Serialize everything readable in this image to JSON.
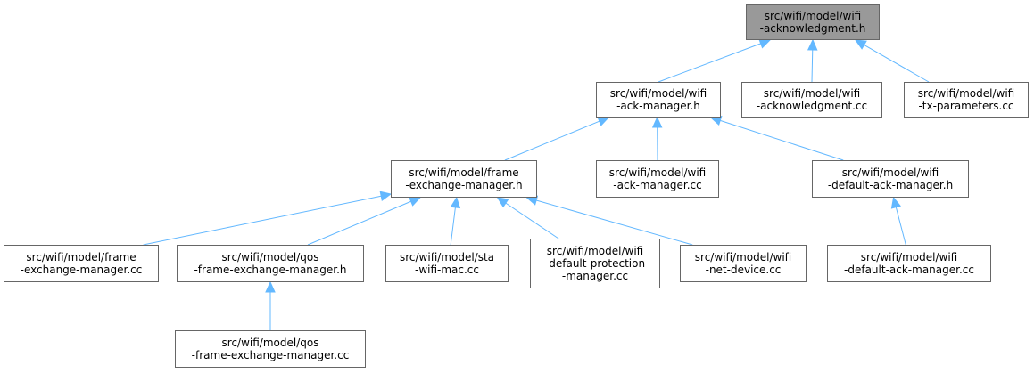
{
  "colors": {
    "edge": "#63b8ff",
    "node_border": "#666666",
    "root_fill": "#999999",
    "node_fill": "#ffffff"
  },
  "nodes": {
    "root": [
      "src/wifi/model/wifi",
      "-acknowledgment.h"
    ],
    "ack_manager_h": [
      "src/wifi/model/wifi",
      "-ack-manager.h"
    ],
    "acknowledgment_cc": [
      "src/wifi/model/wifi",
      "-acknowledgment.cc"
    ],
    "tx_parameters_cc": [
      "src/wifi/model/wifi",
      "-tx-parameters.cc"
    ],
    "frame_exchange_manager_h": [
      "src/wifi/model/frame",
      "-exchange-manager.h"
    ],
    "ack_manager_cc": [
      "src/wifi/model/wifi",
      "-ack-manager.cc"
    ],
    "default_ack_manager_h": [
      "src/wifi/model/wifi",
      "-default-ack-manager.h"
    ],
    "frame_exchange_manager_cc": [
      "src/wifi/model/frame",
      "-exchange-manager.cc"
    ],
    "qos_frame_exchange_manager_h": [
      "src/wifi/model/qos",
      "-frame-exchange-manager.h"
    ],
    "sta_wifi_mac_cc": [
      "src/wifi/model/sta",
      "-wifi-mac.cc"
    ],
    "default_protection_manager_cc": [
      "src/wifi/model/wifi",
      "-default-protection",
      "-manager.cc"
    ],
    "net_device_cc": [
      "src/wifi/model/wifi",
      "-net-device.cc"
    ],
    "default_ack_manager_cc": [
      "src/wifi/model/wifi",
      "-default-ack-manager.cc"
    ],
    "qos_frame_exchange_manager_cc": [
      "src/wifi/model/qos",
      "-frame-exchange-manager.cc"
    ]
  },
  "edges": [
    [
      "ack_manager_h",
      "root"
    ],
    [
      "acknowledgment_cc",
      "root"
    ],
    [
      "tx_parameters_cc",
      "root"
    ],
    [
      "frame_exchange_manager_h",
      "ack_manager_h"
    ],
    [
      "ack_manager_cc",
      "ack_manager_h"
    ],
    [
      "default_ack_manager_h",
      "ack_manager_h"
    ],
    [
      "frame_exchange_manager_cc",
      "frame_exchange_manager_h"
    ],
    [
      "qos_frame_exchange_manager_h",
      "frame_exchange_manager_h"
    ],
    [
      "sta_wifi_mac_cc",
      "frame_exchange_manager_h"
    ],
    [
      "default_protection_manager_cc",
      "frame_exchange_manager_h"
    ],
    [
      "net_device_cc",
      "frame_exchange_manager_h"
    ],
    [
      "default_ack_manager_cc",
      "default_ack_manager_h"
    ],
    [
      "qos_frame_exchange_manager_cc",
      "qos_frame_exchange_manager_h"
    ]
  ]
}
